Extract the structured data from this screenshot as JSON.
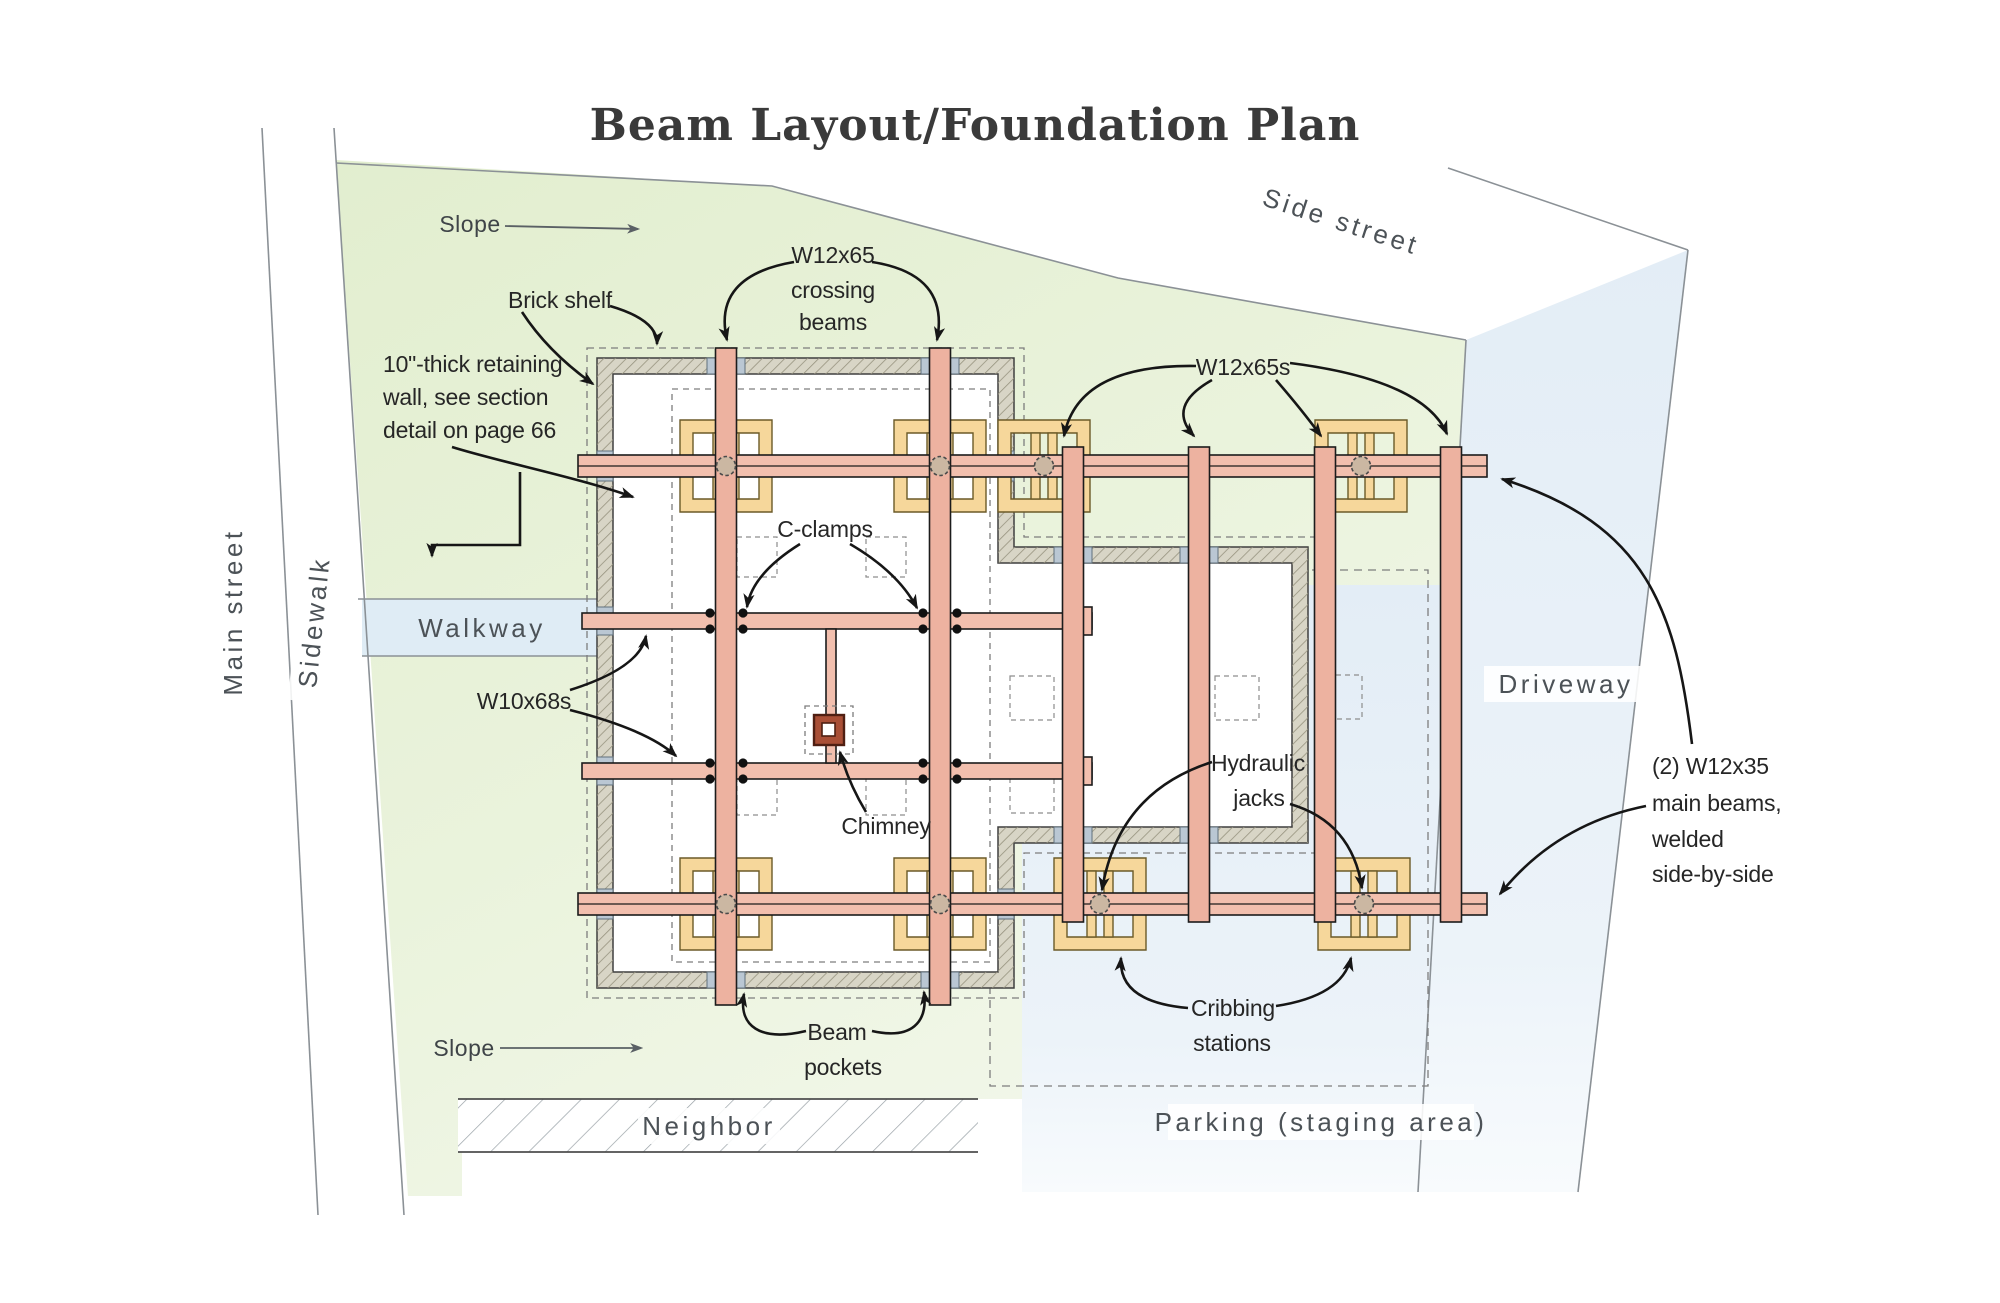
{
  "title": "Beam Layout/Foundation Plan",
  "streets": {
    "main": "Main street",
    "sidewalk": "Sidewalk",
    "side": "Side street",
    "walkway": "Walkway",
    "driveway": "Driveway",
    "parking": "Parking (staging area)",
    "neighbor": "Neighbor"
  },
  "slope": {
    "top": "Slope",
    "bottom": "Slope"
  },
  "labels": {
    "crossing_beams": [
      "W12x65",
      "crossing",
      "beams"
    ],
    "w12x65s": "W12x65s",
    "brick_shelf": "Brick shelf",
    "retaining_wall": [
      "10\"-thick retaining",
      "wall, see section",
      "detail on page 66"
    ],
    "c_clamps": "C-clamps",
    "w10x68s": "W10x68s",
    "chimney": "Chimney",
    "beam_pockets": [
      "Beam",
      "pockets"
    ],
    "hydraulic_jacks": [
      "Hydraulic",
      "jacks"
    ],
    "cribbing_stations": [
      "Cribbing",
      "stations"
    ],
    "main_beams": [
      "(2) W12x35",
      "main beams,",
      "welded",
      "side-by-side"
    ]
  },
  "colors": {
    "main_beam": "#f2bfae",
    "crossing_beam": "#edb2a0",
    "cribbing": "#f6d79b",
    "foundation_wall": "#d8d5c6",
    "lawn": "#e6f0d7",
    "pavement": "#e4eef6",
    "walkway": "#dfecf5",
    "chimney": "#a94f36",
    "beam_pocket": "#bac7d3",
    "arrow": "#161616"
  }
}
